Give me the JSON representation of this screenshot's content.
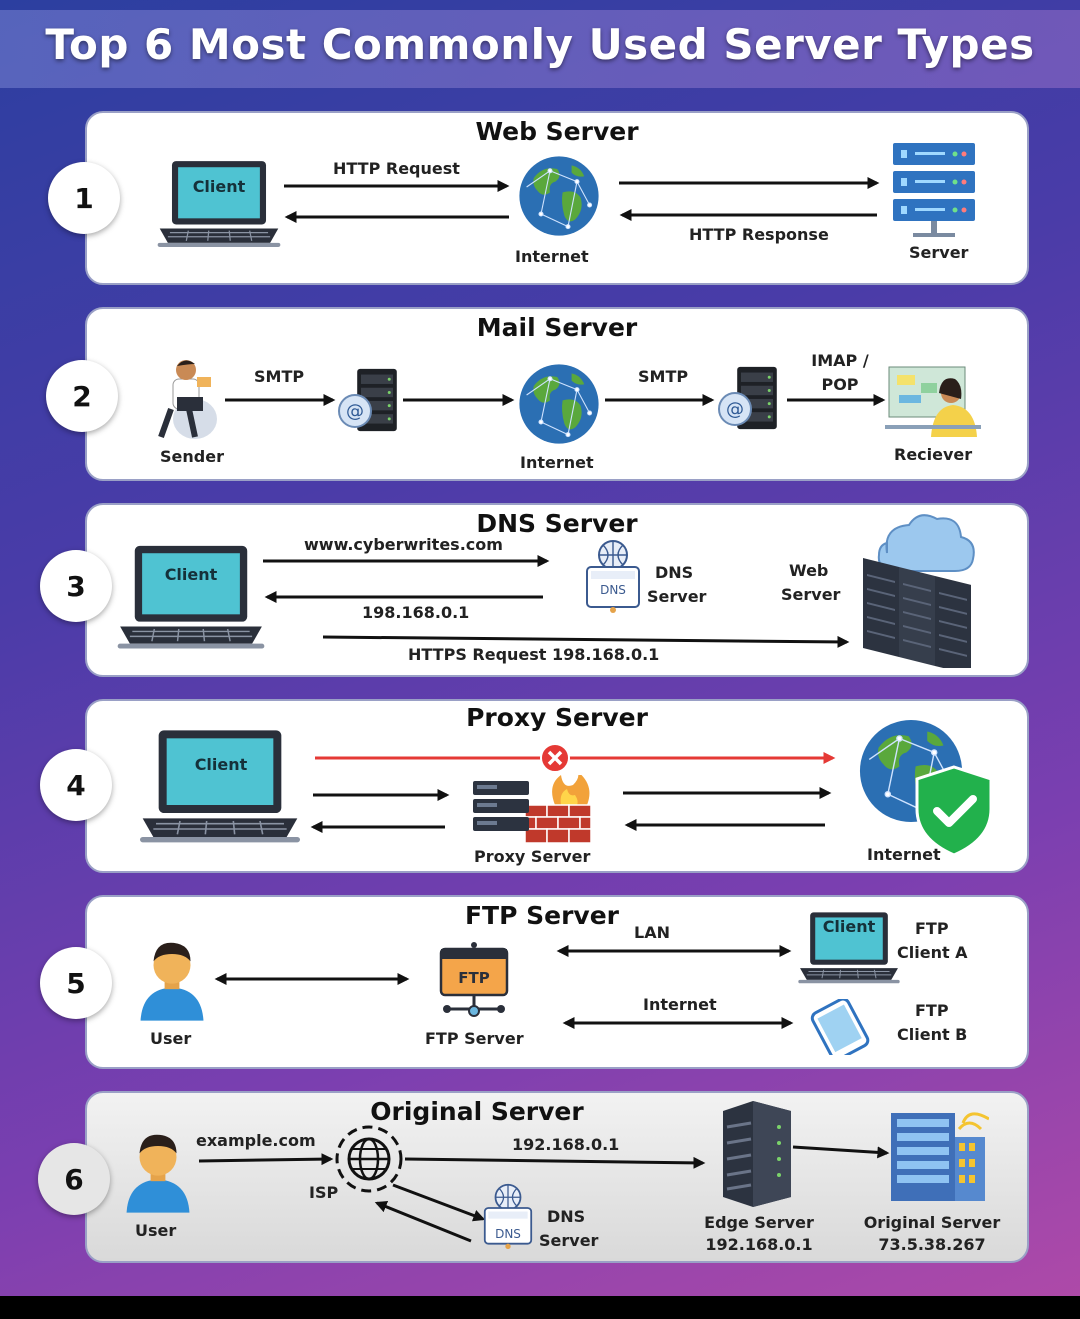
{
  "title": "Top 6 Most Commonly Used Server Types",
  "colors": {
    "screen": "#4fc3d2",
    "laptop": "#2a2f3a",
    "globe_ocean": "#2b6fb3",
    "globe_land": "#5aa83c",
    "blocked": "#e53935",
    "shield": "#22b14c"
  },
  "panels": [
    {
      "number": "1",
      "title": "Web Server",
      "client": "Client",
      "http_request": "HTTP Request",
      "internet": "Internet",
      "http_response": "HTTP Response",
      "server": "Server"
    },
    {
      "number": "2",
      "title": "Mail Server",
      "smtp_1": "SMTP",
      "smtp_2": "SMTP",
      "imap": "IMAP /",
      "pop": "POP",
      "sender": "Sender",
      "internet": "Internet",
      "receiver": "Reciever"
    },
    {
      "number": "3",
      "title": "DNS Server",
      "client": "Client",
      "url": "www.cyberwrites.com",
      "ip": "198.168.0.1",
      "dns_1": "DNS",
      "dns_2": "Server",
      "dns_badge": "DNS",
      "web_1": "Web",
      "web_2": "Server",
      "https": "HTTPS Request 198.168.0.1"
    },
    {
      "number": "4",
      "title": "Proxy Server",
      "client": "Client",
      "proxy": "Proxy Server",
      "internet": "Internet"
    },
    {
      "number": "5",
      "title": "FTP Server",
      "user": "User",
      "ftp_server": "FTP Server",
      "ftp_badge": "FTP",
      "lan": "LAN",
      "internet": "Internet",
      "client": "Client",
      "ftp_a_1": "FTP",
      "ftp_a_2": "Client A",
      "ftp_b_1": "FTP",
      "ftp_b_2": "Client B"
    },
    {
      "number": "6",
      "title": "Original Server",
      "domain": "example.com",
      "ip": "192.168.0.1",
      "isp": "ISP",
      "user": "User",
      "dns_1": "DNS",
      "dns_2": "Server",
      "dns_badge": "DNS",
      "edge_1": "Edge Server",
      "edge_2": "192.168.0.1",
      "origin_1": "Original Server",
      "origin_2": "73.5.38.267"
    }
  ]
}
